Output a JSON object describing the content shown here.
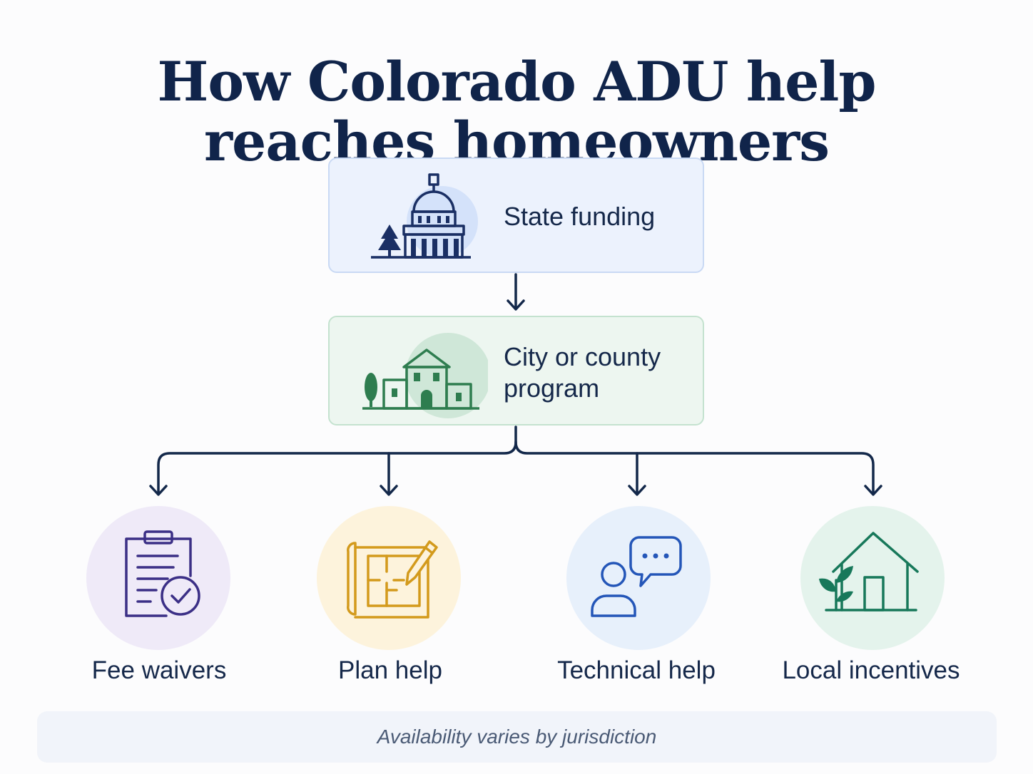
{
  "title": {
    "line1": "How Colorado ADU help",
    "line2": "reaches homeowners"
  },
  "flow": {
    "top": {
      "label": "State funding",
      "icon": "capitol-building-icon"
    },
    "middle": {
      "label": "City or county program",
      "icon": "city-hall-icon"
    }
  },
  "items": [
    {
      "label": "Fee waivers",
      "icon": "clipboard-check-icon",
      "color": "#3b2f86"
    },
    {
      "label": "Plan help",
      "icon": "blueprint-pencil-icon",
      "color": "#d39a1c"
    },
    {
      "label": "Technical help",
      "icon": "person-chat-icon",
      "color": "#2456b8"
    },
    {
      "label": "Local incentives",
      "icon": "house-sprout-icon",
      "color": "#17785a"
    }
  ],
  "footer": {
    "note": "Availability varies by jurisdiction"
  },
  "colors": {
    "title": "#10244a",
    "arrows": "#13284a",
    "state_box": "#ecf2fd",
    "city_box": "#edf6f0"
  }
}
